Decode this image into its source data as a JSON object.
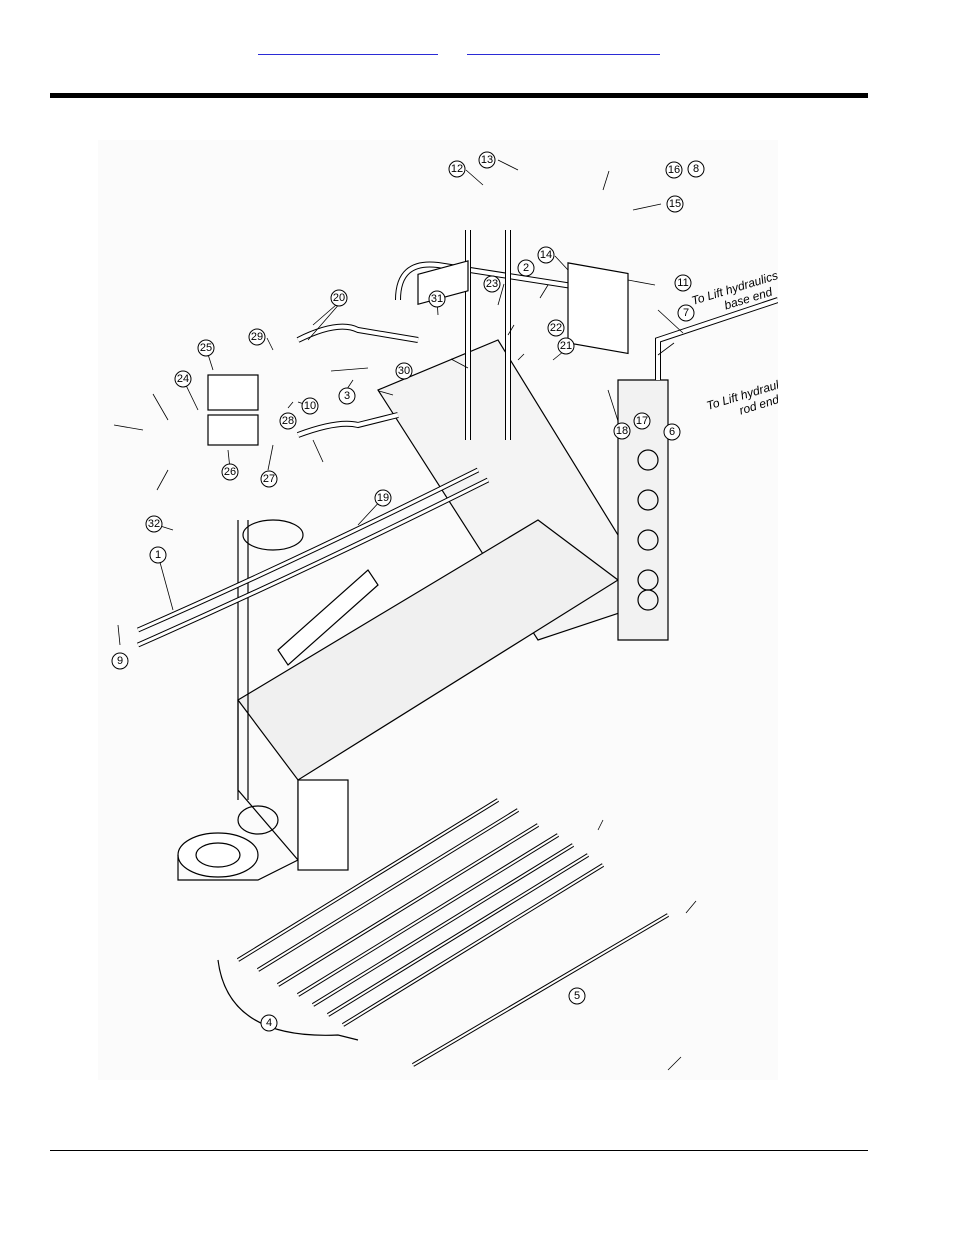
{
  "header": {
    "links": [
      "",
      ""
    ]
  },
  "diagram": {
    "callouts": [
      "1",
      "2",
      "3",
      "4",
      "5",
      "6",
      "7",
      "8",
      "9",
      "10",
      "11",
      "12",
      "13",
      "14",
      "15",
      "16",
      "17",
      "18",
      "19",
      "20",
      "21",
      "22",
      "23",
      "24",
      "25",
      "26",
      "27",
      "28",
      "29",
      "30",
      "31",
      "32"
    ],
    "notes": {
      "base_end": [
        "To Lift hydraulics",
        "base end"
      ],
      "rod_end": [
        "To Lift hydraulics",
        "rod end"
      ]
    }
  }
}
